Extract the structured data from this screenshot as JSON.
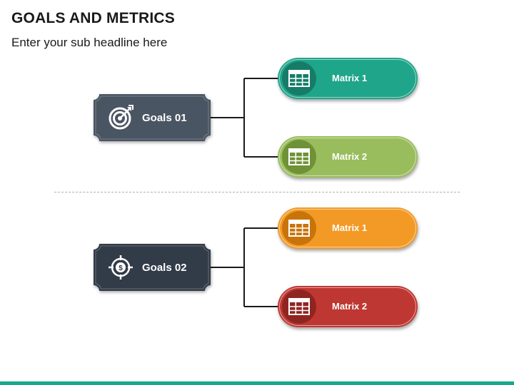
{
  "header": {
    "title": "GOALS AND METRICS",
    "subtitle": "Enter your sub headline here"
  },
  "groups": [
    {
      "goal": {
        "label": "Goals 01",
        "icon": "target-arrow-icon",
        "color": "#4a5563"
      },
      "matrices": [
        {
          "label": "Matrix 1",
          "icon": "table-icon",
          "color": "#1fa58a",
          "circle": "#167c68"
        },
        {
          "label": "Matrix 2",
          "icon": "table-icon",
          "color": "#99bd5c",
          "circle": "#6f9236"
        }
      ]
    },
    {
      "goal": {
        "label": "Goals 02",
        "icon": "dollar-target-icon",
        "color": "#323b48"
      },
      "matrices": [
        {
          "label": "Matrix 1",
          "icon": "table-icon",
          "color": "#f29a25",
          "circle": "#c9730b"
        },
        {
          "label": "Matrix 2",
          "icon": "table-icon",
          "color": "#bf3732",
          "circle": "#8f2521"
        }
      ]
    }
  ],
  "footer": {
    "bar_color": "#17a98a"
  }
}
